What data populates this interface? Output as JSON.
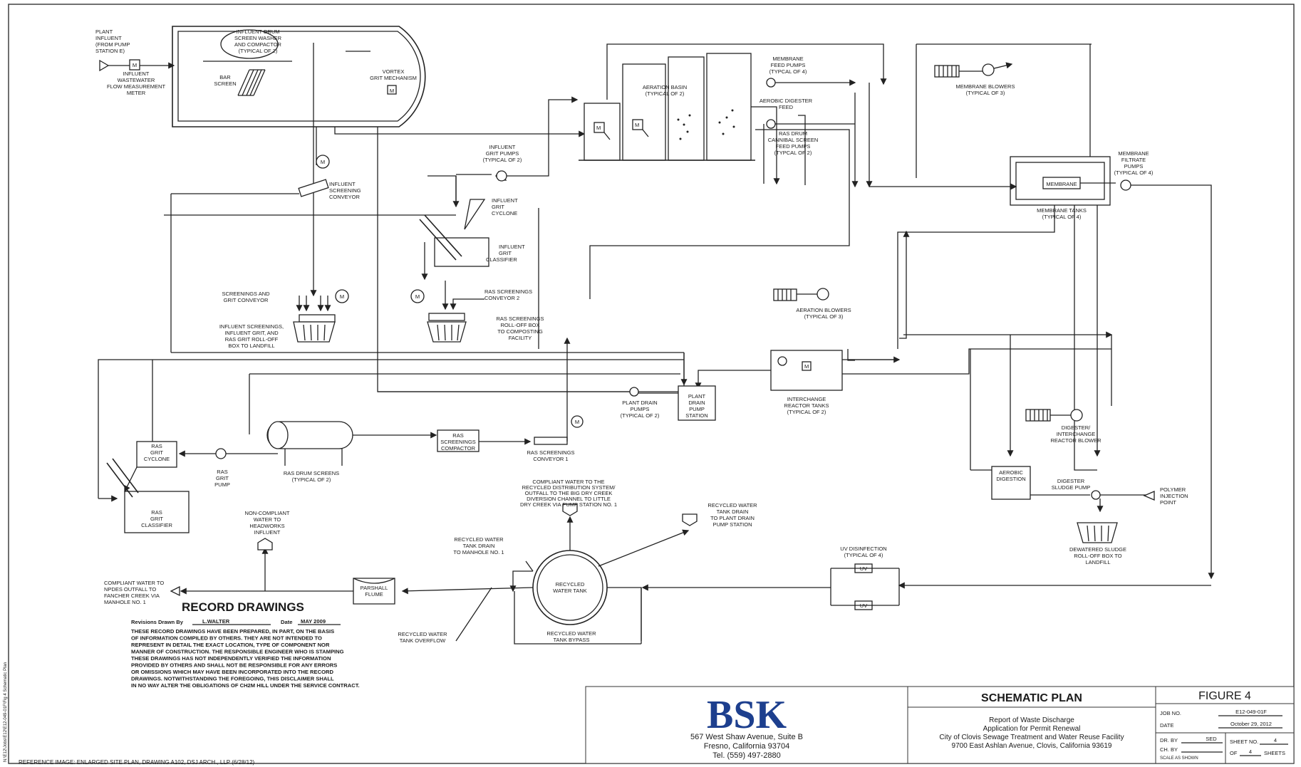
{
  "labels": {
    "plant_influent": [
      "PLANT",
      "INFLUENT",
      "(FROM PUMP",
      "STATION E)"
    ],
    "influent_meter": [
      "INFLUENT",
      "WASTEWATER",
      "FLOW MEASUREMENT",
      "METER"
    ],
    "drum_screen": [
      "INFLUENT DRUM",
      "SCREEN WASHER",
      "AND COMPACTOR",
      "(TYPICAL OF 2)"
    ],
    "bar_screen": [
      "BAR",
      "SCREEN"
    ],
    "vortex": [
      "VORTEX",
      "GRIT MECHANISM"
    ],
    "aeration_basin": [
      "AERATION BASIN",
      "(TYPICAL OF 2)"
    ],
    "membrane_feed": [
      "MEMBRANE",
      "FEED PUMPS",
      "(TYPCAL OF 4)"
    ],
    "aerobic_feed": [
      "AEROBIC DIGESTER",
      "FEED"
    ],
    "ras_drum_pumps": [
      "RAS DRUM",
      "CANNIBAL SCREEN",
      "FEED PUMPS",
      "(TYPCAL OF 2)"
    ],
    "membrane_blowers": [
      "MEMBRANE BLOWERS",
      "(TYPICAL OF 3)"
    ],
    "membrane_filtrate": [
      "MEMBRANE",
      "FILTRATE",
      "PUMPS",
      "(TYPICAL OF 4)"
    ],
    "membrane_box": "MEMBRANE",
    "membrane_tanks": [
      "MEMBRANE TANKS",
      "(TYPICAL OF 4)"
    ],
    "influent_grit_pumps": [
      "INFLUENT",
      "GRIT PUMPS",
      "(TYPICAL OF 2)"
    ],
    "influent_screening_conveyor": [
      "INFLUENT",
      "SCREENING",
      "CONVEYOR"
    ],
    "influent_grit_cyclone": [
      "INFLUENT",
      "GRIT",
      "CYCLONE"
    ],
    "influent_grit_classifier": [
      "INFLUENT",
      "GRIT",
      "CLASSIFIER"
    ],
    "screenings_grit_conveyor": [
      "SCREENINGS AND",
      "GRIT CONVEYOR"
    ],
    "ras_screenings_conveyor2": [
      "RAS SCREENINGS",
      "CONVEYOR 2"
    ],
    "ras_rolloff": [
      "RAS SCREENINGS",
      "ROLL-OFF BOX",
      "TO COMPOSTING",
      "FACILITY"
    ],
    "influent_rolloff": [
      "INFLUENT SCREENINGS,",
      "INFLUENT GRIT, AND",
      "RAS GRIT ROLL-OFF",
      "BOX TO LANDFILL"
    ],
    "aeration_blowers": [
      "AERATION BLOWERS",
      "(TYPICAL OF 3)"
    ],
    "plant_drain_pumps": [
      "PLANT DRAIN",
      "PUMPS",
      "(TYPICAL OF 2)"
    ],
    "plant_drain_station": [
      "PLANT",
      "DRAIN",
      "PUMP",
      "STATION"
    ],
    "interchange_tanks": [
      "INTERCHANGE",
      "REACTOR TANKS",
      "(TYPICAL OF 2)"
    ],
    "digester_blower": [
      "DIGESTER/",
      "INTERCHANGE",
      "REACTOR BLOWER"
    ],
    "ras_grit_cyclone": [
      "RAS",
      "GRIT",
      "CYCLONE"
    ],
    "ras_grit_pump": [
      "RAS",
      "GRIT",
      "PUMP"
    ],
    "ras_drum_screens": [
      "RAS DRUM SCREENS",
      "(TYPICAL OF 2)"
    ],
    "ras_screenings_compactor": [
      "RAS",
      "SCREENINGS",
      "COMPACTOR"
    ],
    "ras_screenings_conveyor1": [
      "RAS SCREENINGS",
      "CONVEYOR 1"
    ],
    "aerobic_digestion": [
      "AEROBIC",
      "DIGESTION"
    ],
    "digester_sludge_pump": [
      "DIGESTER",
      "SLUDGE PUMP"
    ],
    "polymer": [
      "POLYMER",
      "INJECTION",
      "POINT"
    ],
    "ras_grit_classifier": [
      "RAS",
      "GRIT",
      "CLASSIFIER"
    ],
    "non_compliant": [
      "NON-COMPLIANT",
      "WATER TO",
      "HEADWORKS",
      "INFLUENT"
    ],
    "compliant_recycled": [
      "COMPLIANT WATER TO THE",
      "RECYCLED DISTRIBUTION SYSTEM/",
      "OUTFALL TO THE BIG DRY CREEK",
      "DIVERSION CHANNEL TO LITTLE",
      "DRY CREEK VIA PUMP STATION NO. 1"
    ],
    "recycled_tank_drain_plant": [
      "RECYCLED WATER",
      "TANK DRAIN",
      "TO PLANT DRAIN",
      "PUMP STATION"
    ],
    "recycled_tank_drain_manhole": [
      "RECYCLED WATER",
      "TANK DRAIN",
      "TO MANHOLE NO. 1"
    ],
    "recycled_tank": [
      "RECYCLED",
      "WATER TANK"
    ],
    "uv_disinfection": [
      "UV DISINFECTION",
      "(TYPICAL OF 4)"
    ],
    "uv": "UV",
    "dewatered_sludge": [
      "DEWATERED SLUDGE",
      "ROLL-OFF BOX TO",
      "LANDFILL"
    ],
    "compliant_npdes": [
      "COMPLIANT WATER TO",
      "NPDES OUTFALL TO",
      "FANCHER CREEK VIA",
      "MANHOLE NO. 1"
    ],
    "parshall": [
      "PARSHALL",
      "FLUME"
    ],
    "tank_overflow": [
      "RECYCLED WATER",
      "TANK OVERFLOW"
    ],
    "tank_bypass": [
      "RECYCLED WATER",
      "TANK BYPASS"
    ],
    "motor": "M"
  },
  "record": {
    "title": "RECORD DRAWINGS",
    "revisions_label": "Revisions Drawn By",
    "revisions_value": "L.WALTER",
    "date_label": "Date",
    "date_value": "MAY 2009",
    "disclaimer": [
      "THESE RECORD DRAWINGS HAVE BEEN PREPARED, IN PART, ON THE BASIS",
      "OF INFORMATION COMPILED BY OTHERS. THEY ARE NOT INTENDED TO",
      "REPRESENT IN DETAIL THE EXACT LOCATION, TYPE OF COMPONENT NOR",
      "MANNER OF CONSTRUCTION. THE RESPONSIBLE ENGINEER WHO IS STAMPING",
      "THESE DRAWINGS HAS NOT INDEPENDENTLY VERIFIED THE INFORMATION",
      "PROVIDED BY OTHERS AND SHALL NOT BE RESPONSIBLE FOR ANY ERRORS",
      "OR OMISSIONS WHICH MAY HAVE BEEN INCORPORATED INTO THE RECORD",
      "DRAWINGS. NOTWITHSTANDING THE FOREGOING, THIS DISCLAIMER SHALL",
      "IN NO WAY ALTER THE OBLIGATIONS OF CH2M HILL UNDER THE SERVICE CONTRACT."
    ]
  },
  "title_block": {
    "logo": "BSK",
    "address": [
      "567 West Shaw Avenue, Suite B",
      "Fresno, California 93704",
      "Tel. (559) 497-2880"
    ],
    "sheet_title": "SCHEMATIC PLAN",
    "report": [
      "Report of Waste Discharge",
      "Application for Permit Renewal",
      "City of Clovis Sewage Treatment and Water Reuse Facility",
      "9700 East Ashlan Avenue, Clovis, California 93619"
    ],
    "figure": "FIGURE 4",
    "job_label": "JOB NO.",
    "job_value": "E12-049-01F",
    "date_label": "DATE",
    "date_value": "October 29, 2012",
    "dr_label": "DR. BY",
    "dr_value": "SED",
    "ch_label": "CH. BY",
    "ch_value": "",
    "scale": "SCALE AS SHOWN",
    "sheet_label": "SHEET NO.",
    "sheet_value": "4",
    "of_label": "OF",
    "of_value": "4",
    "sheets_label": "SHEETS"
  },
  "footer": {
    "reference": "REFERENCE IMAGE: ENLARGED SITE PLAN, DRAWING A102, DSJ ARCH., LLP (6/28/12)",
    "side_path": "N:\\E12\\Jobs\\E12\\E12-049-01F\\Fig 4 Schematic Plan"
  }
}
